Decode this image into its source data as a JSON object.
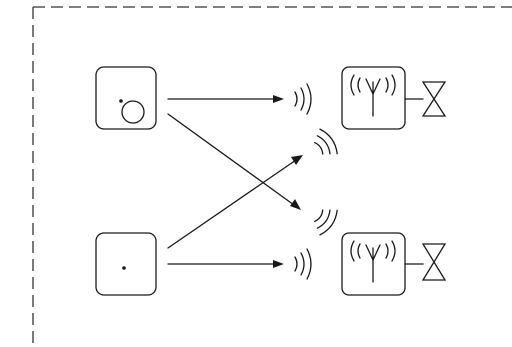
{
  "diagram": {
    "type": "wireless-control-schematic",
    "boundary": "dashed-enclosure",
    "transmitters": [
      {
        "id": "sensor-1",
        "kind": "sensor-with-circle",
        "icon": "sensor-circle-icon"
      },
      {
        "id": "sensor-2",
        "kind": "sensor-plain",
        "icon": "sensor-dot-icon"
      }
    ],
    "receivers": [
      {
        "id": "receiver-1",
        "kind": "antenna-receiver",
        "icon": "antenna-icon",
        "actuator": "valve-icon"
      },
      {
        "id": "receiver-2",
        "kind": "antenna-receiver",
        "icon": "antenna-icon",
        "actuator": "valve-icon"
      }
    ],
    "links": [
      {
        "from": "sensor-1",
        "to": "receiver-1",
        "kind": "direct"
      },
      {
        "from": "sensor-1",
        "to": "receiver-2",
        "kind": "crossed"
      },
      {
        "from": "sensor-2",
        "to": "receiver-1",
        "kind": "crossed"
      },
      {
        "from": "sensor-2",
        "to": "receiver-2",
        "kind": "direct"
      }
    ],
    "colors": {
      "line": "#1a1a1a",
      "background": "#ffffff"
    }
  }
}
